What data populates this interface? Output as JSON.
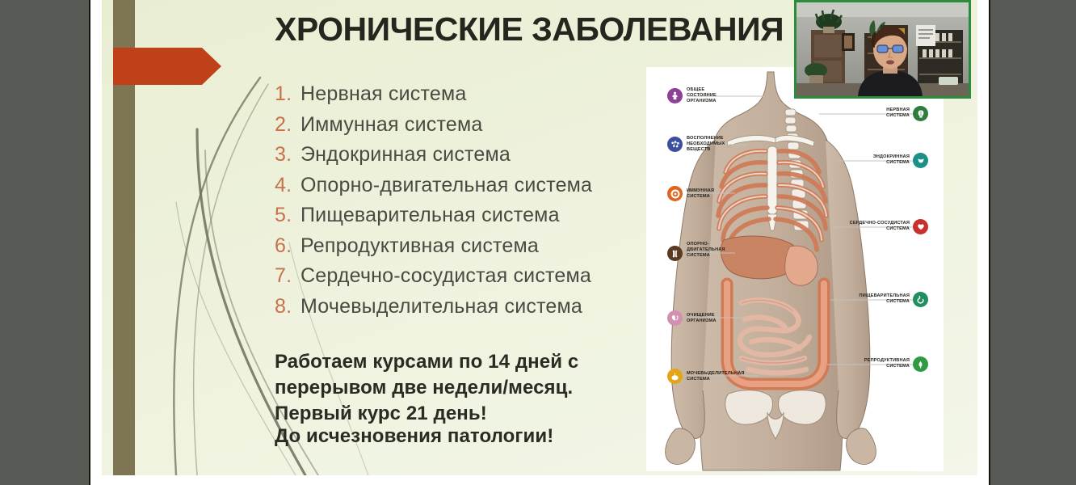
{
  "window": {
    "backdrop_color": "#585a55",
    "slide_bg_from": "#e9eed2",
    "slide_bg_to": "#f3f6e8",
    "accent_bar_color": "#7e7652",
    "arrow_color": "#c0401a",
    "number_color": "#c8714a",
    "body_text_color": "#4a4a42"
  },
  "slide": {
    "title": "ХРОНИЧЕСКИЕ ЗАБОЛЕВАНИЯ",
    "list": [
      {
        "number": "1.",
        "label": "Нервная система"
      },
      {
        "number": "2.",
        "label": "Иммунная  система"
      },
      {
        "number": "3.",
        "label": "Эндокринная система"
      },
      {
        "number": "4.",
        "label": "Опорно-двигательная система"
      },
      {
        "number": "5.",
        "label": "Пищеварительная система"
      },
      {
        "number": "6.",
        "label": "Репродуктивная система"
      },
      {
        "number": "7.",
        "label": "Сердечно-сосудистая система"
      },
      {
        "number": "8.",
        "label": "Мочевыделительная система"
      }
    ],
    "course_note": "Работаем курсами по 14 дней с перерывом две недели/месяц. Первый курс 21 день!",
    "course_note_tail": "До исчезновения патологии!"
  },
  "anatomy": {
    "left_labels": [
      {
        "line1": "ОБЩЕЕ",
        "line2": "СОСТОЯНИЕ",
        "line3": "ОРГАНИЗМА",
        "color": "#8e3f96",
        "icon": "person-icon"
      },
      {
        "line1": "ВОСПОЛНЕНИЕ",
        "line2": "НЕОБХОДИМЫХ",
        "line3": "ВЕЩЕСТВ",
        "color": "#3b4f9e",
        "icon": "molecule-icon"
      },
      {
        "line1": "ИММУННАЯ",
        "line2": "СИСТЕМА",
        "line3": "",
        "color": "#e2631b",
        "icon": "shield-cell-icon"
      },
      {
        "line1": "ОПОРНО-",
        "line2": "ДВИГАТЕЛЬНАЯ",
        "line3": "СИСТЕМА",
        "color": "#5a3a20",
        "icon": "bone-icon"
      },
      {
        "line1": "ОЧИЩЕНИЕ",
        "line2": "ОРГАНИЗМА",
        "line3": "",
        "color": "#d38fb0",
        "icon": "kidney-icon"
      },
      {
        "line1": "МОЧЕВЫДЕЛИТЕЛЬНАЯ",
        "line2": "СИСТЕМА",
        "line3": "",
        "color": "#e2a517",
        "icon": "bladder-icon"
      }
    ],
    "right_labels": [
      {
        "line1": "НЕРВНАЯ",
        "line2": "СИСТЕМА",
        "color": "#2f7d3c",
        "icon": "brain-icon"
      },
      {
        "line1": "ЭНДОКРИННАЯ",
        "line2": "СИСТЕМА",
        "color": "#1c8f86",
        "icon": "thyroid-icon"
      },
      {
        "line1": "СЕРДЕЧНО-СОСУДИСТАЯ",
        "line2": "СИСТЕМА",
        "color": "#c8302b",
        "icon": "heart-icon"
      },
      {
        "line1": "ПИЩЕВАРИТЕЛЬНАЯ",
        "line2": "СИСТЕМА",
        "color": "#1f8f5e",
        "icon": "stomach-icon"
      },
      {
        "line1": "РЕПРОДУКТИВНАЯ",
        "line2": "СИСТЕМА",
        "color": "#2f9a42",
        "icon": "reproductive-icon"
      }
    ]
  },
  "webcam": {
    "border_color": "#2d8c3c",
    "alt": "presenter-video-thumbnail"
  }
}
